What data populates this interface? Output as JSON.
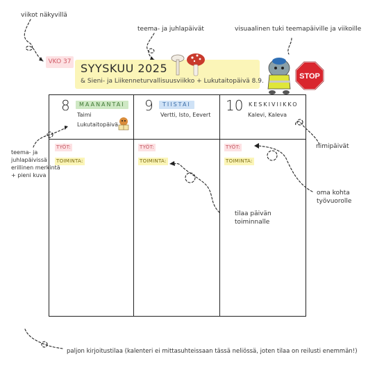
{
  "annotations": {
    "weeks_visible": "viikot näkyvillä",
    "theme_days": "teema- ja juhlapäivät",
    "visual_support": "visuaalinen tuki teemapäiville ja viikoille",
    "name_days": "nimipäivät",
    "theme_day_separate_line1": "teema- ja",
    "theme_day_separate_line2": "juhlapäivissä",
    "theme_day_separate_line3": "erillinen merkintä",
    "theme_day_separate_line4": "+ pieni kuva",
    "work_shift_line1": "oma kohta",
    "work_shift_line2": "työvuorolle",
    "activity_space_line1": "tilaa päivän",
    "activity_space_line2": "toiminnalle",
    "writing_space": "paljon kirjoitustilaa (kalenteri ei mittasuhteissaan tässä neliössä, joten tilaa on reilusti enemmän!)"
  },
  "header": {
    "week": "VKO 37",
    "month_title": "SYYSKUU 2025",
    "theme_weeks": "& Sieni- ja Liikenneturvallisuusviikko + Lukutaitopäivä 8.9."
  },
  "days": [
    {
      "num": "8",
      "name": "MAANANTAI",
      "names": "Taimi",
      "special": "Lukutaitopäivä",
      "work": "TYÖT:",
      "activity": "TOIMINTA:"
    },
    {
      "num": "9",
      "name": "TIISTAI",
      "names": "Vertti, Isto, Eevert",
      "work": "TYÖT:",
      "activity": "TOIMINTA:"
    },
    {
      "num": "10",
      "name": "KESKIVIIKKO",
      "names": "Kalevi, Kaleva",
      "work": "TYÖT:",
      "activity": "TOIMINTA:"
    }
  ],
  "stop_sign": "STOP",
  "icons": [
    "mushroom-icon",
    "mushroom-icon",
    "fly-agaric-icon",
    "traffic-mascot-icon",
    "stop-sign-icon",
    "reading-mascot-icon"
  ],
  "colors": {
    "monday": "#cfe8c4",
    "tuesday": "#cfe2f6",
    "pink": "#fde1e3",
    "yellow": "#fbf5b8",
    "stop_red": "#d9262e"
  }
}
